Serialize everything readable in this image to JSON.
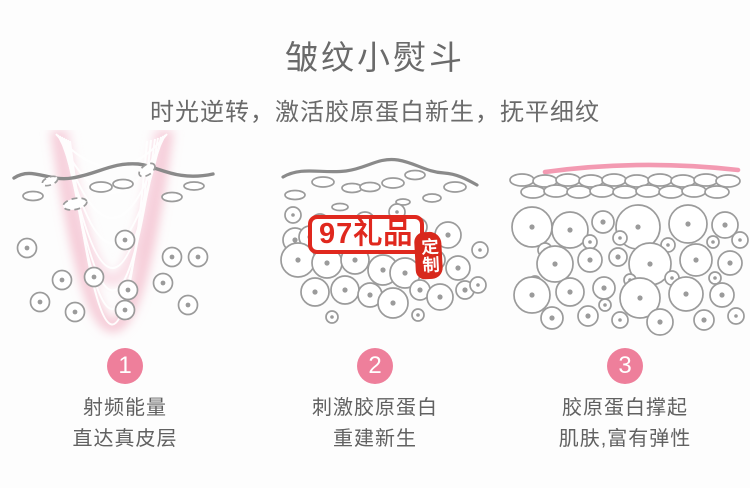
{
  "header": {
    "title": "皱纹小熨斗",
    "subtitle": "时光逆转，激活胶原蛋白新生，抚平细纹"
  },
  "steps": [
    {
      "number": "1",
      "caption": [
        "射频能量",
        "直达真皮层"
      ]
    },
    {
      "number": "2",
      "caption": [
        "刺激胶原蛋白",
        "重建新生"
      ]
    },
    {
      "number": "3",
      "caption": [
        "胶原蛋白撑起",
        "肌肤,富有弹性"
      ]
    }
  ],
  "watermark": {
    "text": "97礼品",
    "seal_text": "定制",
    "color": "#e0281e"
  },
  "colors": {
    "accent_pink": "#ee7f9b",
    "energy_glow_pink": "#f3b9ca",
    "smooth_skin_pink": "#f39ab2",
    "skin_line_gray": "#8a8a8a",
    "cell_outline_gray": "#9b9b9b",
    "text_gray": "#6a6a6a"
  }
}
